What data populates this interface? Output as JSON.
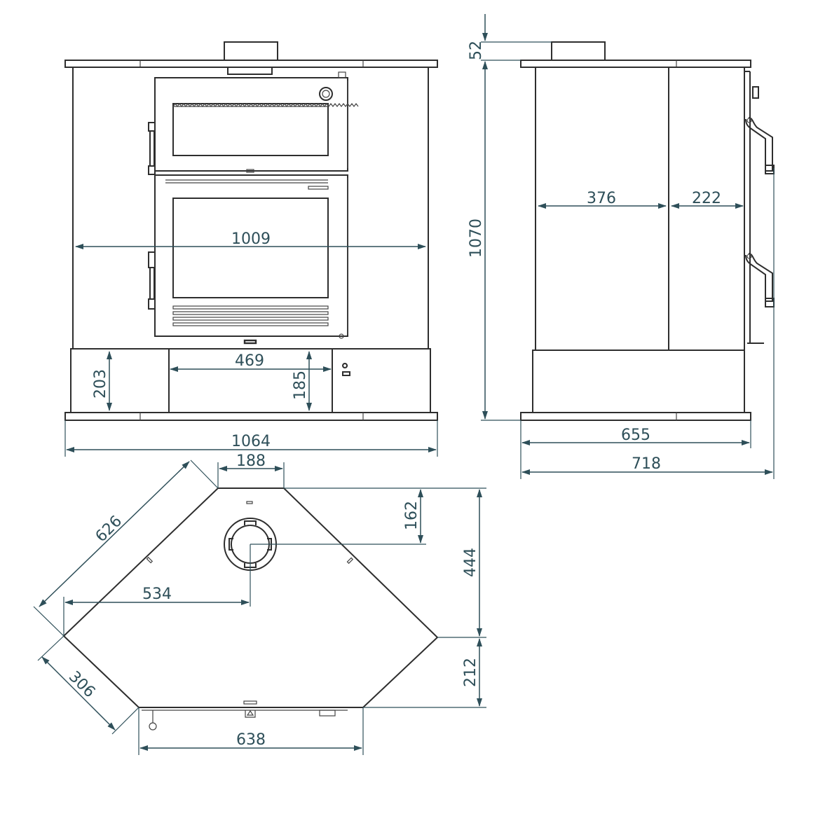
{
  "colors": {
    "line": "#2e2e2e",
    "dimension": "#2e4f59",
    "background": "#ffffff"
  },
  "front_view": {
    "width_inner": "1009",
    "width_total": "1064",
    "plinth_height": "203",
    "opening_width": "469",
    "opening_height": "185"
  },
  "side_view": {
    "flue_height": "52",
    "total_height": "1070",
    "body_depth": "376",
    "door_depth": "222",
    "base_depth": "655",
    "total_depth": "718"
  },
  "top_view": {
    "back_width": "188",
    "diagonal_side": "626",
    "flue_offset_y": "162",
    "depth_main": "444",
    "flue_offset_x": "534",
    "front_corner_side": "306",
    "depth_front": "212",
    "front_width": "638"
  }
}
